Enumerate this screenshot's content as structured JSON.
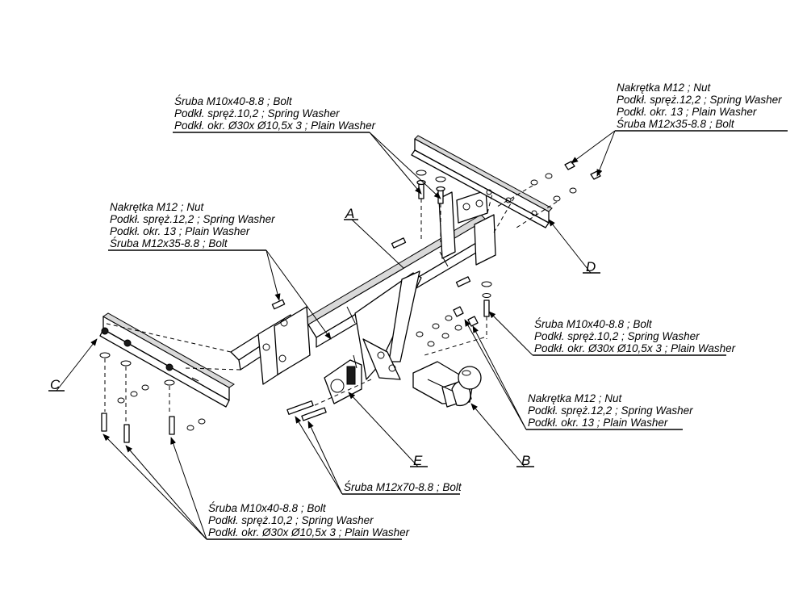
{
  "callouts": {
    "top_left": {
      "line1": "Śruba M10x40-8.8 ;  Bolt",
      "line2": "Podkł. spręż.10,2 ; Spring Washer",
      "line3": "Podkł. okr.  Ø30x Ø10,5x 3 ; Plain Washer"
    },
    "top_right": {
      "line1": "Nakrętka  M12 ; Nut",
      "line2": "Podkł. spręż.12,2 ; Spring Washer",
      "line3": "Podkł. okr. 13 ; Plain Washer",
      "line4": "Śruba M12x35-8.8 ;  Bolt"
    },
    "mid_left": {
      "line1": "Nakrętka  M12 ; Nut",
      "line2": "Podkł. spręż.12,2 ; Spring Washer",
      "line3": "Podkł. okr. 13 ; Plain Washer",
      "line4": "Śruba M12x35-8.8 ;  Bolt"
    },
    "mid_right": {
      "line1": "Śruba M10x40-8.8 ;  Bolt",
      "line2": "Podkł. spręż.10,2 ; Spring Washer",
      "line3": "Podkł. okr.  Ø30x Ø10,5x 3 ; Plain Washer"
    },
    "lower_right": {
      "line1": "Nakrętka  M12 ; Nut",
      "line2": "Podkł. spręż.12,2 ; Spring Washer",
      "line3": "Podkł. okr. 13 ; Plain Washer"
    },
    "bottom_center": {
      "line1": "Śruba M12x70-8.8 ;  Bolt"
    },
    "bottom_left": {
      "line1": "Śruba M10x40-8.8 ;  Bolt",
      "line2": "Podkł. spręż.10,2 ; Spring Washer",
      "line3": "Podkł. okr.  Ø30x Ø10,5x 3 ; Plain Washer"
    }
  },
  "part_labels": {
    "a": "A",
    "b": "B",
    "c": "C",
    "d": "D",
    "e": "E"
  }
}
